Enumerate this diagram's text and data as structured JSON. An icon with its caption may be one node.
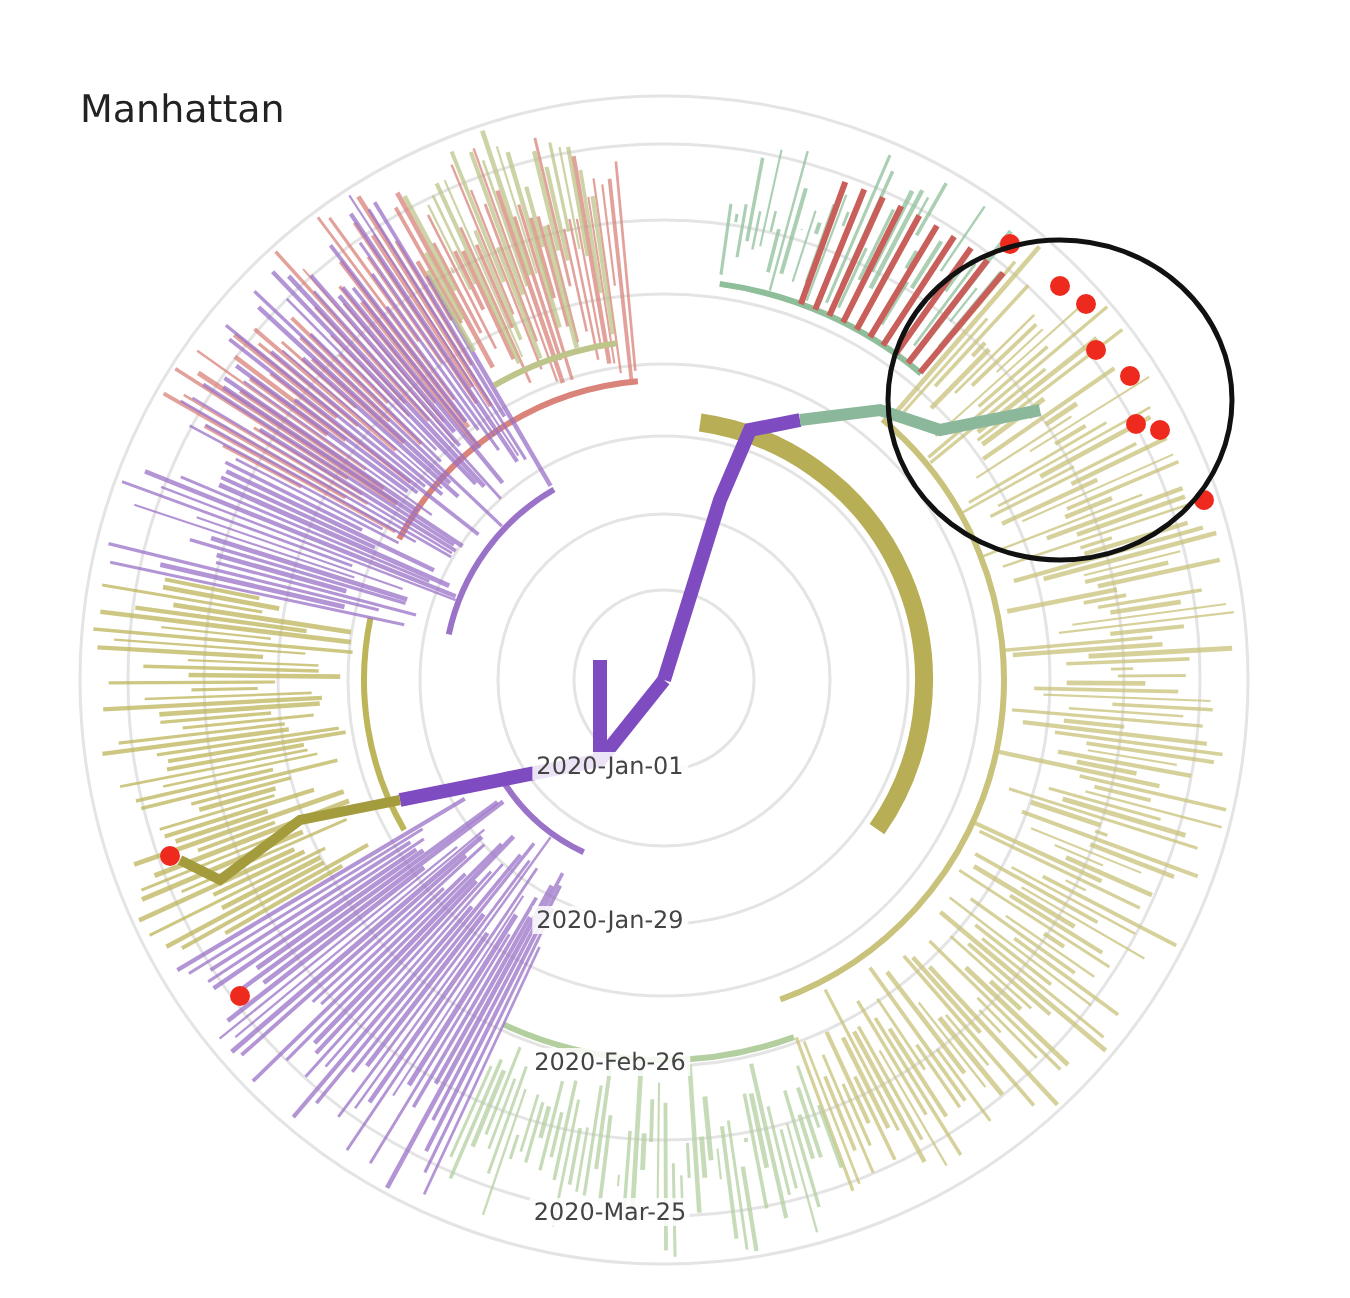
{
  "diagram": {
    "title": "Manhattan",
    "labels": [
      "2020-Jan-01",
      "2020-Jan-29",
      "2020-Feb-26",
      "2020-Mar-25"
    ]
  }
}
